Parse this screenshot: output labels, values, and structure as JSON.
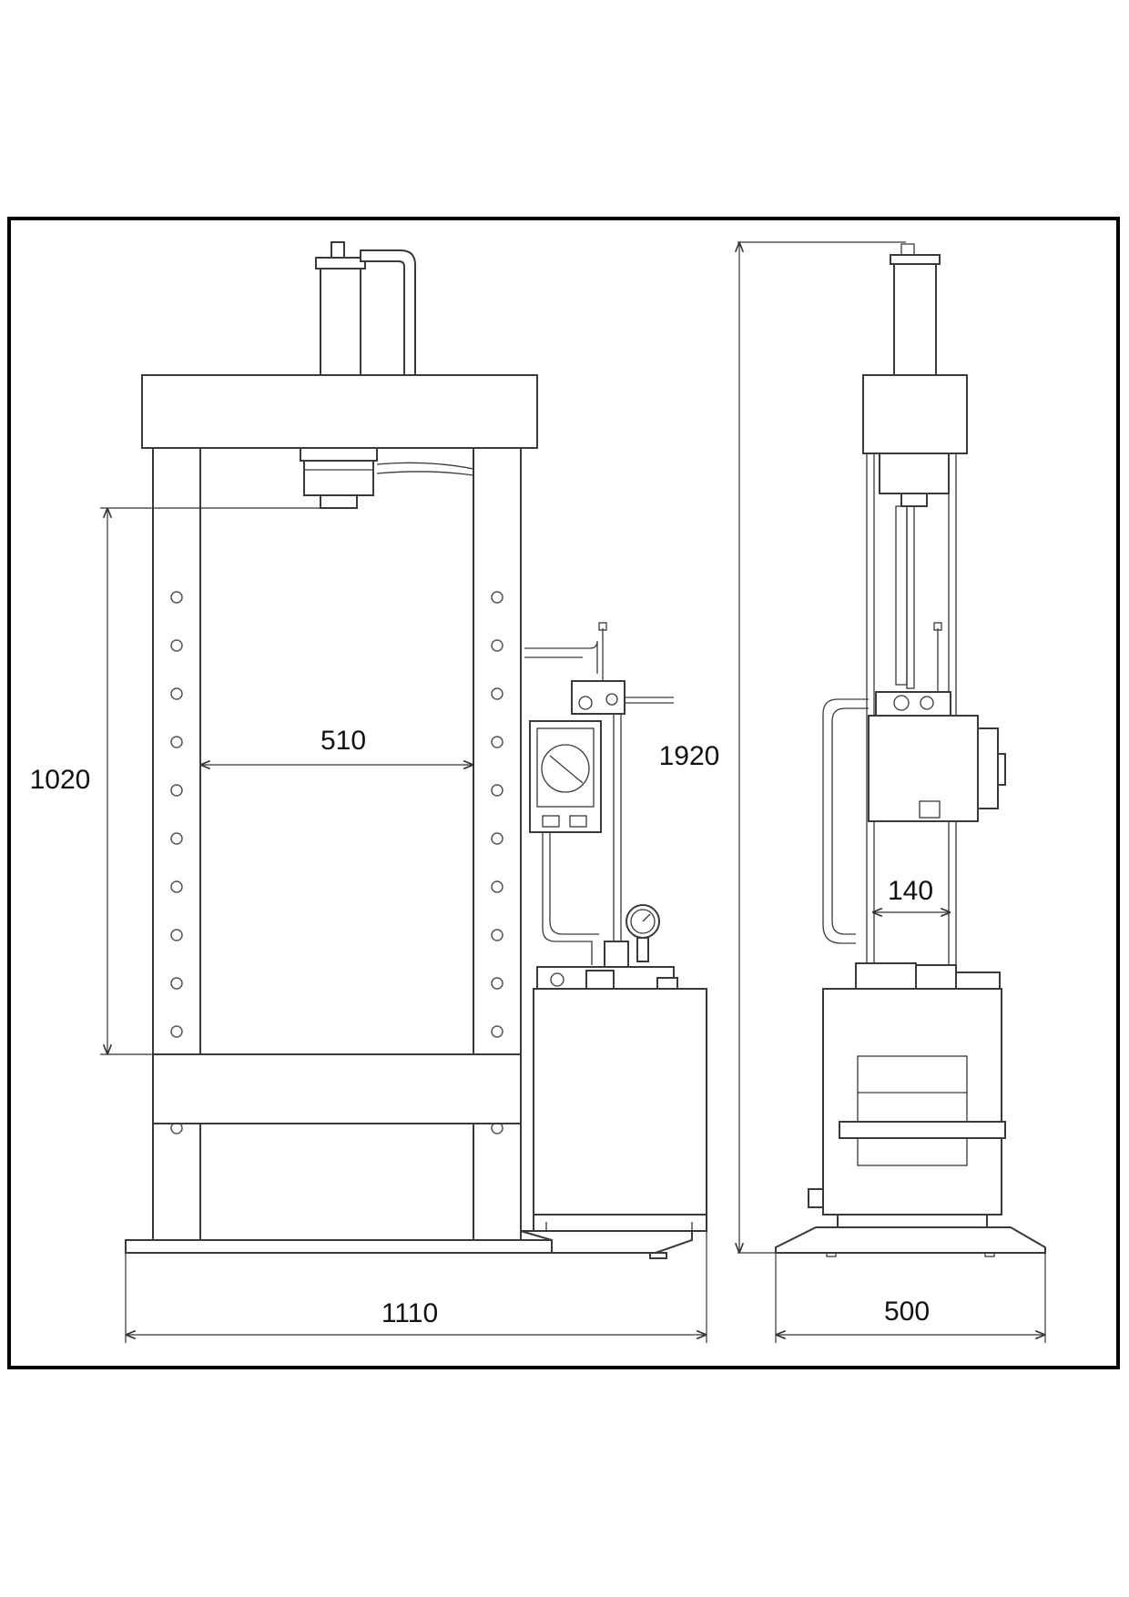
{
  "dimensions": {
    "column_height": "1020",
    "inner_width": "510",
    "total_height": "1920",
    "total_width": "1110",
    "side_depth": "500",
    "piston_offset": "140"
  }
}
